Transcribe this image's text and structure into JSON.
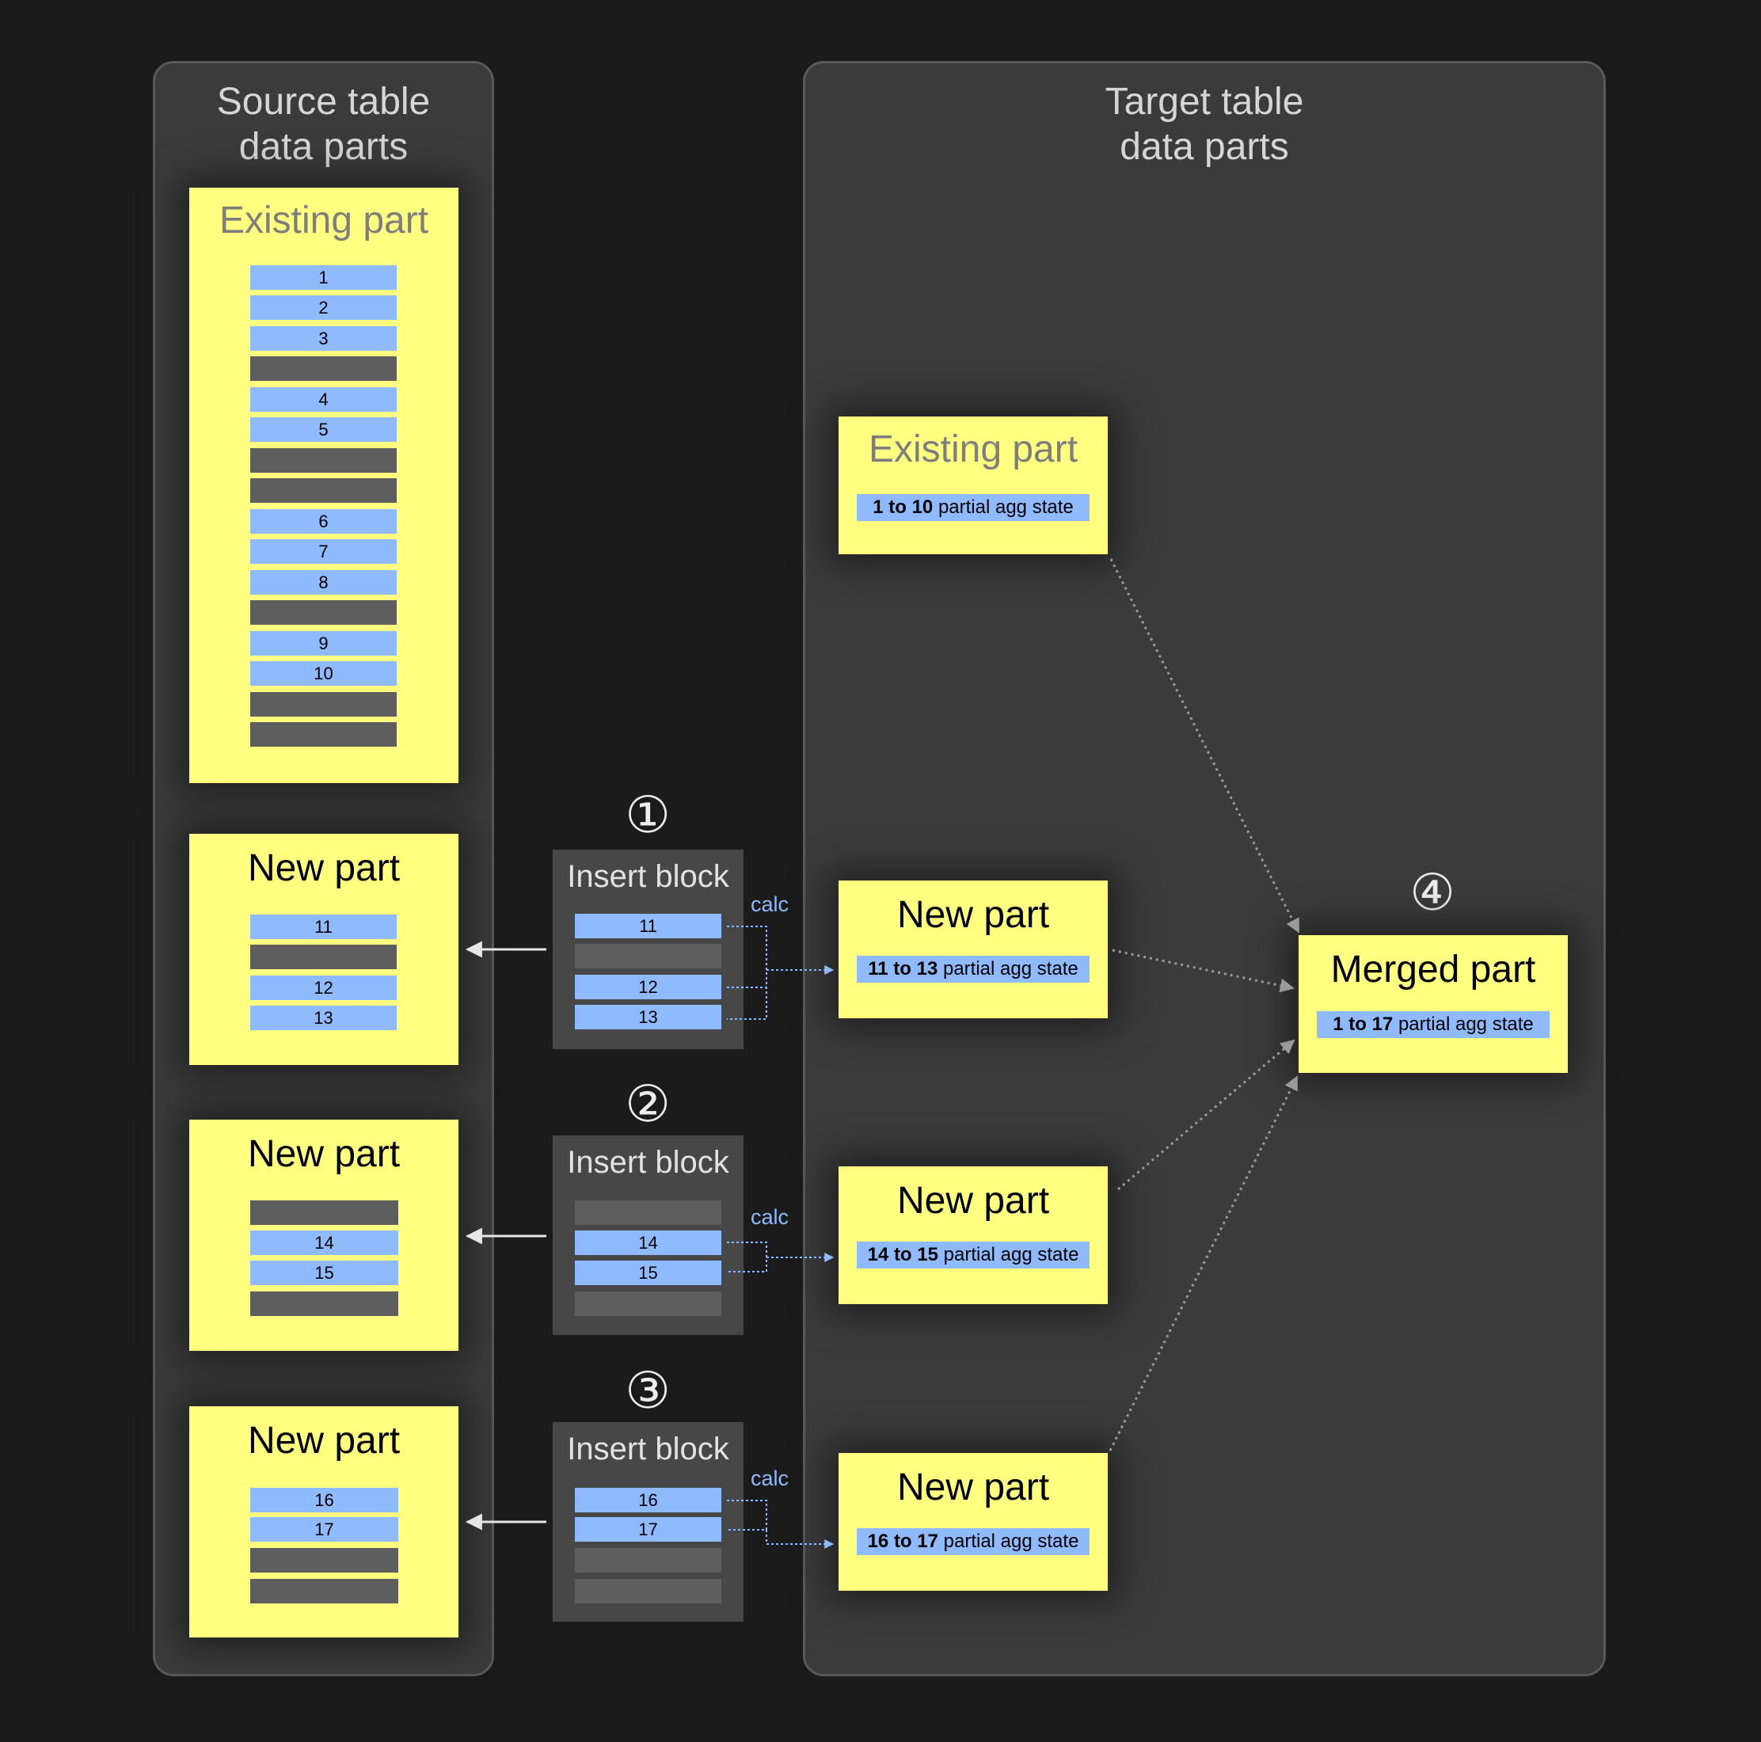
{
  "source_panel": {
    "title_line1": "Source table",
    "title_line2": "data parts"
  },
  "target_panel": {
    "title_line1": "Target table",
    "title_line2": "data parts"
  },
  "source_existing_part": {
    "title": "Existing part",
    "rows": [
      "1",
      "2",
      "3",
      "",
      "4",
      "5",
      "",
      "",
      "6",
      "7",
      "8",
      "",
      "9",
      "10",
      "",
      ""
    ]
  },
  "source_new_parts": [
    {
      "title": "New part",
      "rows": [
        "11",
        "",
        "12",
        "13"
      ]
    },
    {
      "title": "New part",
      "rows": [
        "",
        "14",
        "15",
        ""
      ]
    },
    {
      "title": "New part",
      "rows": [
        "16",
        "17",
        "",
        ""
      ]
    }
  ],
  "insert_blocks": [
    {
      "step": "①",
      "title": "Insert block",
      "calc": "calc",
      "rows": [
        "11",
        "",
        "12",
        "13"
      ]
    },
    {
      "step": "②",
      "title": "Insert block",
      "calc": "calc",
      "rows": [
        "",
        "14",
        "15",
        ""
      ]
    },
    {
      "step": "③",
      "title": "Insert block",
      "calc": "calc",
      "rows": [
        "16",
        "17",
        "",
        ""
      ]
    }
  ],
  "target_existing_part": {
    "title": "Existing part",
    "range": "1 to 10",
    "suffix": "partial agg state"
  },
  "target_new_parts": [
    {
      "title": "New part",
      "range": "11 to 13",
      "suffix": "partial agg state"
    },
    {
      "title": "New part",
      "range": "14 to 15",
      "suffix": "partial agg state"
    },
    {
      "title": "New part",
      "range": "16 to 17",
      "suffix": "partial agg state"
    }
  ],
  "merged_part": {
    "step": "④",
    "title": "Merged part",
    "range": "1 to 17",
    "suffix": "partial agg state"
  },
  "colors": {
    "background": "#1b1b1b",
    "panel": "#3b3b3b",
    "part": "#ffff80",
    "row": "#8fbafe",
    "empty_row": "#5e5e5e",
    "insert_block": "#474747"
  }
}
